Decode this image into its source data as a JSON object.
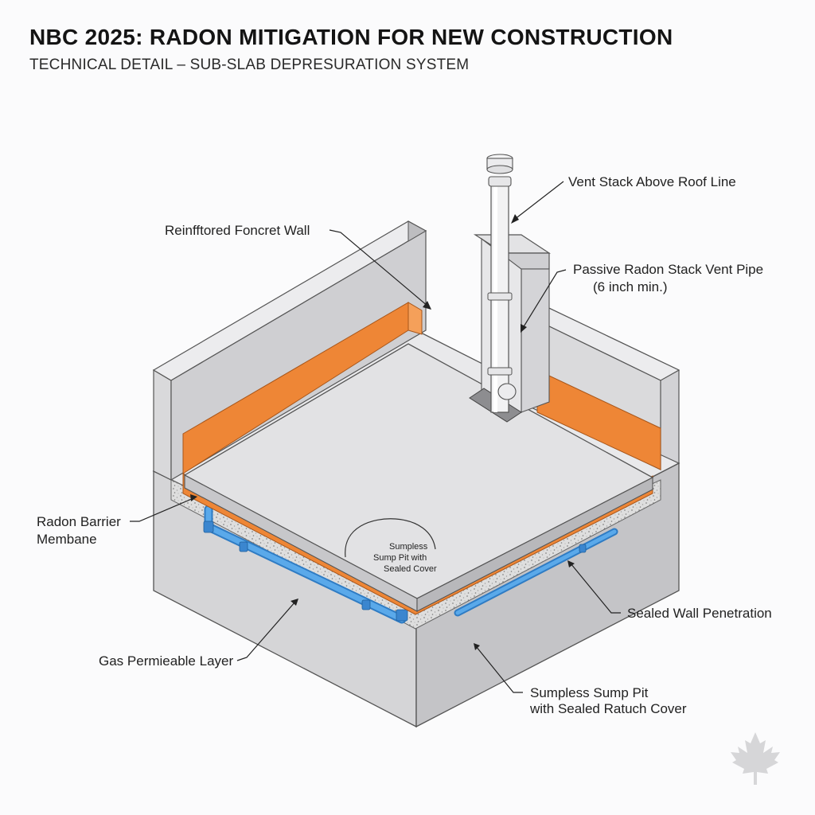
{
  "header": {
    "title": "NBC 2025: RADON MITIGATION FOR NEW CONSTRUCTION",
    "subtitle": "TECHNICAL DETAIL – SUB-SLAB DEPRESURATION SYSTEM"
  },
  "callouts": {
    "vent_stack": "Vent Stack Above Roof Line",
    "wall": "Reinfftored Foncret Wall",
    "stack_pipe_line1": "Passive Radon Stack Vent Pipe",
    "stack_pipe_line2": "(6 inch min.)",
    "barrier_line1": "Radon Barrier",
    "barrier_line2": "Membane",
    "sealed_penetration": "Sealed Wall Penetration",
    "gas_layer": "Gas Permieable Layer",
    "sump_line1": "Sumpless Sump Pit",
    "sump_line2": "with Sealed Ratuch Cover",
    "slab_sump_line1": "Sumpless",
    "slab_sump_line2": "Sump Pit with",
    "slab_sump_line3": "Sealed Cover"
  },
  "colors": {
    "membrane": "#ef8a3c",
    "pipe_blue": "#4a9be0",
    "concrete": "#e4e4e6",
    "gravel": "#dcdcdc"
  },
  "icons": {
    "logo": "maple-leaf-icon"
  }
}
